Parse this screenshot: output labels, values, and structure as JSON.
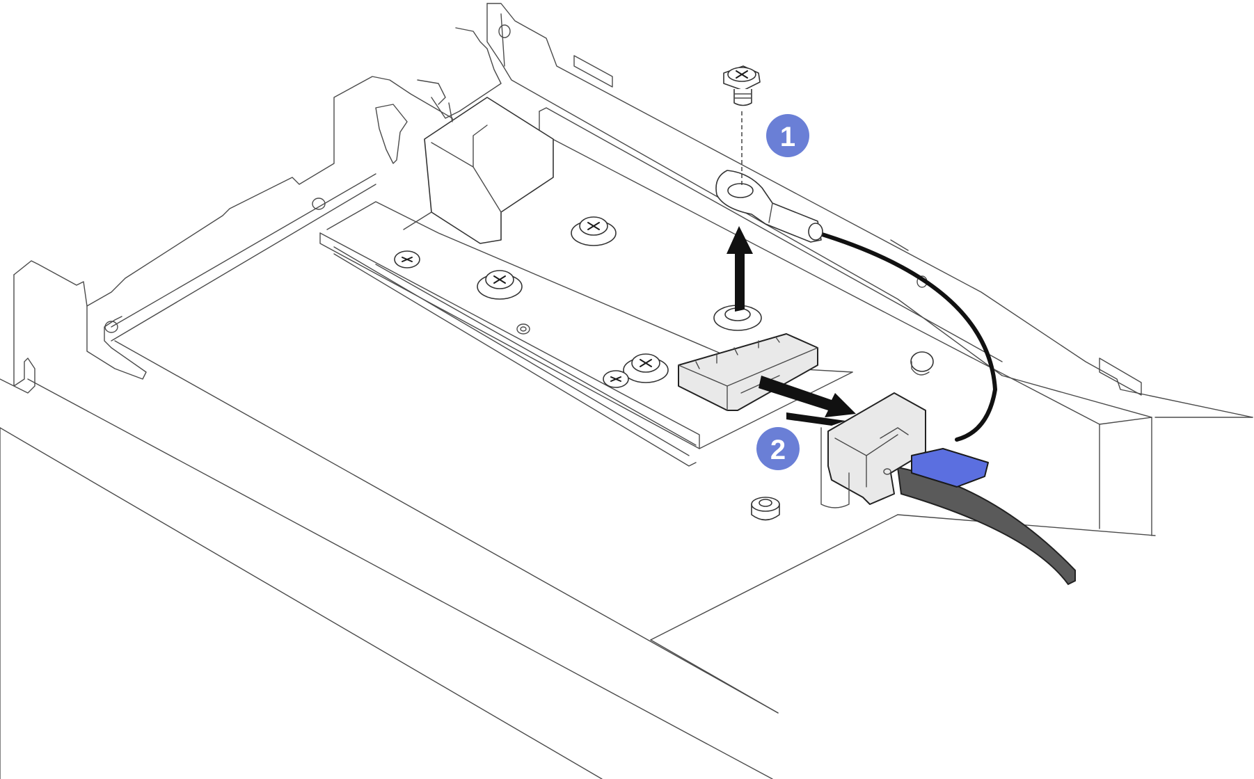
{
  "callouts": [
    {
      "label": "1",
      "color": "#6a7fd6"
    },
    {
      "label": "2",
      "color": "#6a7fd6"
    }
  ],
  "colors": {
    "callout": "#6a7fd6",
    "connector_tab": "#5b6fe0",
    "ribbon_cable": "#5a5a5a",
    "outline": "#333333"
  },
  "parts": {
    "screw": "screw-icon",
    "ring_terminal": "ground-ring-terminal",
    "ground_cable": "ground-cable",
    "connector_latch": "cable-connector",
    "flex_cable": "flex-ribbon-cable"
  },
  "arrows": [
    {
      "name": "lift-arrow",
      "direction": "up"
    },
    {
      "name": "pull-arrow",
      "direction": "right"
    }
  ]
}
